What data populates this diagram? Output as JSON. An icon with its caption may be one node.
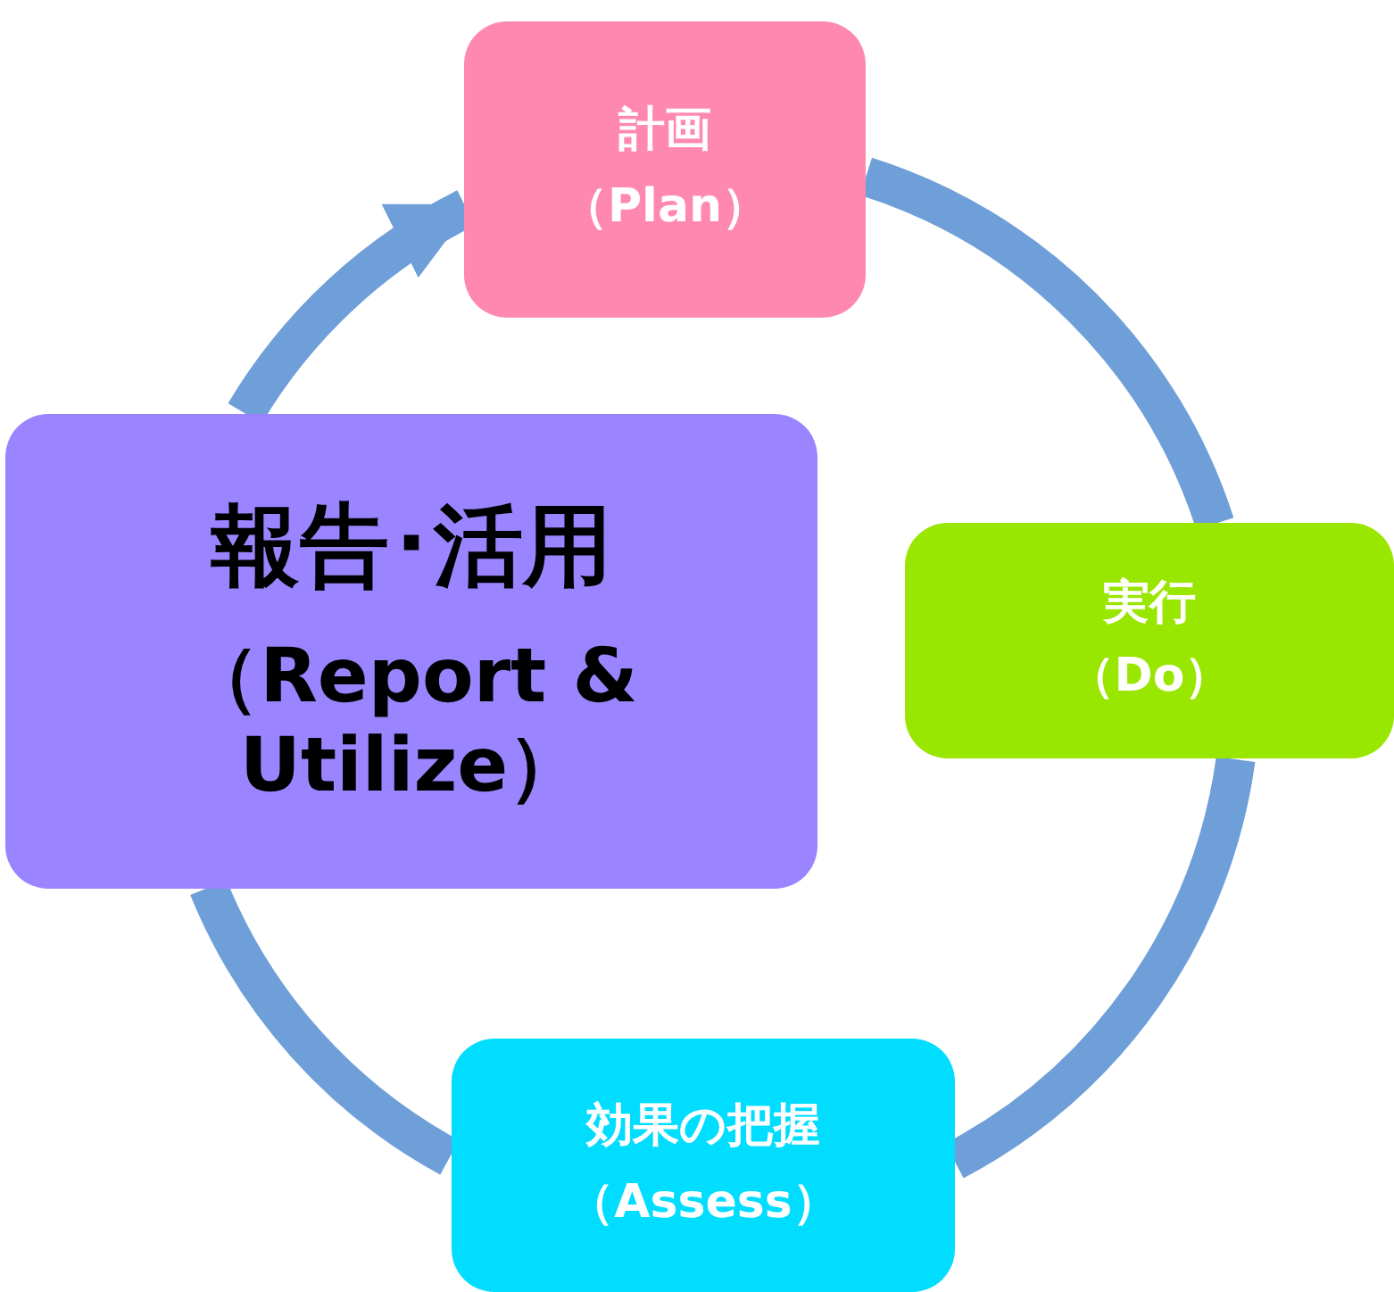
{
  "diagram": {
    "nodes": [
      {
        "text": [
          "計画",
          "（Plan）"
        ]
      },
      {
        "text": [
          "実行",
          "（Do）"
        ]
      },
      {
        "text": [
          "効果の把握",
          "（Assess）"
        ]
      },
      {
        "text": [
          "報告･活用",
          "（Report & Utilize）"
        ]
      }
    ],
    "edges": [
      {
        "from": 0,
        "to": 1,
        "arrow": "none"
      },
      {
        "from": 1,
        "to": 2,
        "arrow": "none"
      },
      {
        "from": 2,
        "to": 3,
        "arrow": "none"
      },
      {
        "from": 3,
        "to": 0,
        "arrow": "to"
      }
    ]
  }
}
